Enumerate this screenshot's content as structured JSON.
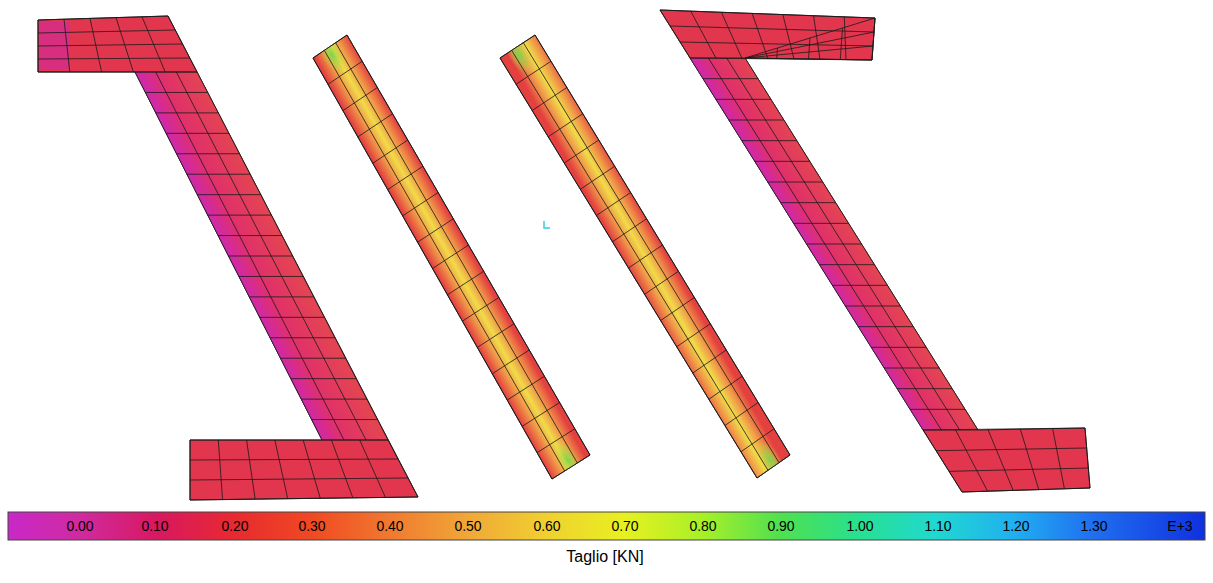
{
  "diagram": {
    "caption": "Taglio [KN]",
    "labels": [
      "0.00",
      "0.10",
      "0.20",
      "0.30",
      "0.40",
      "0.50",
      "0.60",
      "0.70",
      "0.80",
      "0.90",
      "1.00",
      "1.10",
      "1.20",
      "1.30",
      "E+3"
    ]
  }
}
